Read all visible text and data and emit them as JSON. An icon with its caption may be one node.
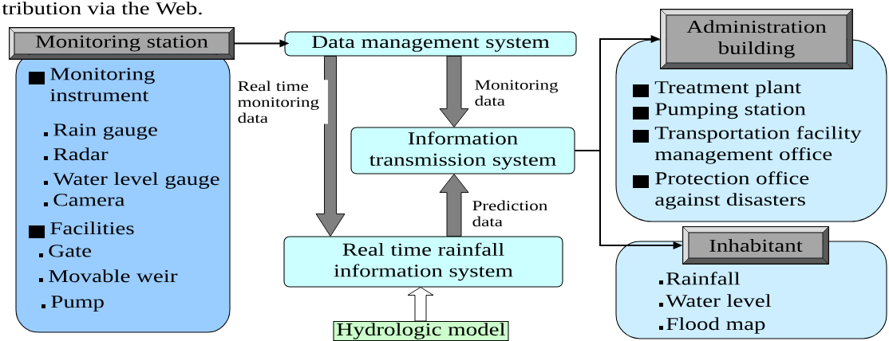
{
  "diagram": {
    "nodes": [
      {
        "text": [
          "Monitoring station",
          "Monitoring instrument",
          "Rain gauge",
          "Radar",
          "Water level gauge",
          "Camera",
          "Facilities",
          "Gate",
          "Movable weir",
          "Pump"
        ]
      },
      {
        "text": [
          "Data management system"
        ]
      },
      {
        "text": [
          "Information transmission system"
        ]
      },
      {
        "text": [
          "Real time rainfall information system"
        ]
      },
      {
        "text": [
          "Hydrologic model"
        ]
      },
      {
        "text": [
          "Administration building",
          "Treatment plant",
          "Pumping station",
          "Transportation facility management office",
          "Protection office against disasters"
        ]
      },
      {
        "text": [
          "Inhabitant",
          "Rainfall",
          "Water level",
          "Flood map"
        ]
      }
    ],
    "edges": [
      {
        "from": 0,
        "to": 1,
        "arrow": "to"
      },
      {
        "from": 1,
        "to": 3,
        "arrow": "to",
        "label": "Real time monitoring data",
        "style": "thick",
        "color": "#808080"
      },
      {
        "from": 1,
        "to": 2,
        "arrow": "to",
        "label": "Monitoring data",
        "style": "thick",
        "color": "#808080"
      },
      {
        "from": 3,
        "to": 2,
        "arrow": "to",
        "label": "Prediction data",
        "style": "thick",
        "color": "#808080"
      },
      {
        "from": 4,
        "to": 3,
        "arrow": "to",
        "style": "thick",
        "color": "#ffffff"
      },
      {
        "from": 2,
        "to": 5,
        "arrow": "to"
      },
      {
        "from": 2,
        "to": 6,
        "arrow": "to"
      }
    ],
    "labels": [
      "tribution via the Web."
    ]
  }
}
